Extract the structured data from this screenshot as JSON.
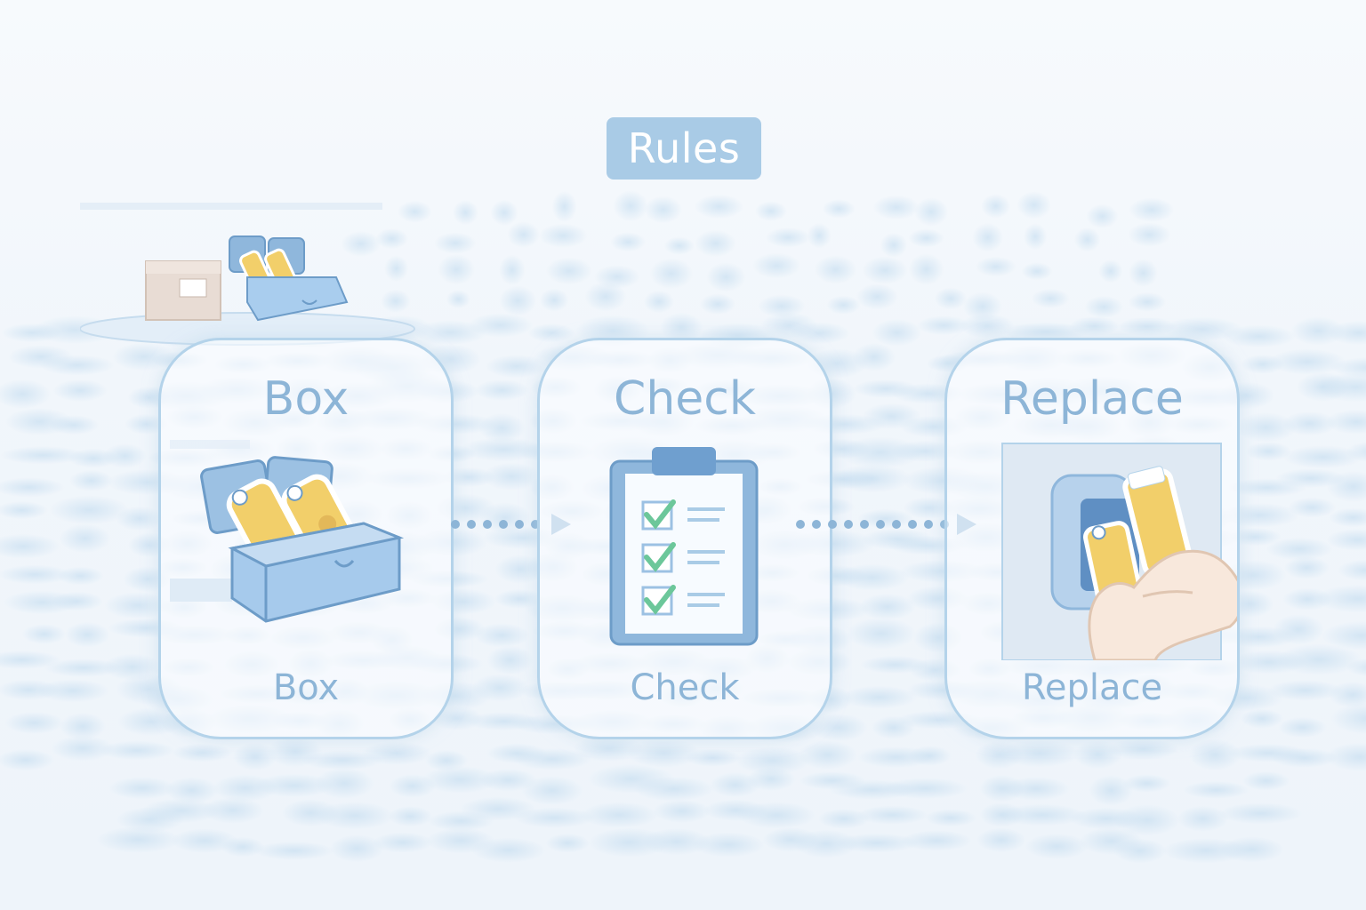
{
  "title": "Rules",
  "steps": [
    {
      "heading": "Box",
      "caption": "Box",
      "illustration": "box-of-tagged-batteries-icon"
    },
    {
      "heading": "Check",
      "caption": "Check",
      "illustration": "checklist-clipboard-icon"
    },
    {
      "heading": "Replace",
      "caption": "Replace",
      "illustration": "hand-replacing-battery-icon"
    }
  ],
  "flow": [
    "Box",
    "Check",
    "Replace"
  ],
  "colors": {
    "accent_blue": "#8db5d7",
    "badge_blue": "#a9cbe6",
    "battery_yellow": "#f2cf6a",
    "check_green": "#6cc79a",
    "background_wash": "#cfe3f3"
  }
}
